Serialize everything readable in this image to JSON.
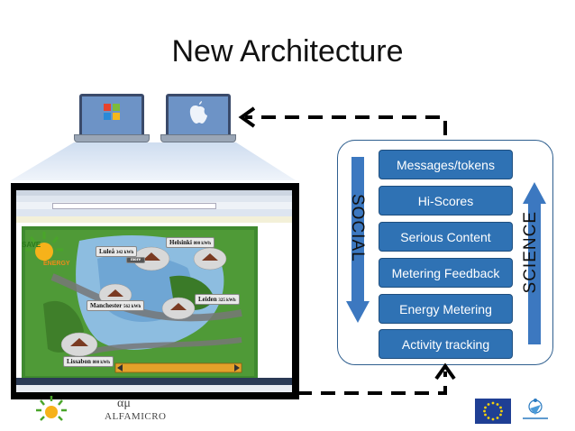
{
  "slide": {
    "title": "New Architecture"
  },
  "stack": {
    "layers": [
      "Messages/tokens",
      "Hi-Scores",
      "Serious Content",
      "Metering Feedback",
      "Energy Metering",
      "Activity tracking"
    ],
    "left_label": "SOCIAL",
    "right_label": "SCIENCE"
  },
  "map": {
    "cities": [
      {
        "name": "Luleå",
        "value": "342 kWh"
      },
      {
        "name": "Helsinki",
        "value": "800 kWh"
      },
      {
        "name": "Manchester",
        "value": "562 kWh"
      },
      {
        "name": "Leiden",
        "value": "325 kWh"
      },
      {
        "name": "Lissabon",
        "value": "800 kWh"
      }
    ],
    "more_label": "more"
  },
  "logos": {
    "save_energy_top": "SAVE",
    "save_energy_bottom": "ENERGY",
    "alfamicro_symbol": "αμ",
    "alfamicro_name": "ALFAMICRO"
  },
  "colors": {
    "box_fill": "#2f72b4",
    "panel_border": "#2f5f8f",
    "arrow_blue": "#3c78c0",
    "dashed_arrow": "#000000"
  },
  "icons": {
    "laptop_left": "windows-laptop-icon",
    "laptop_right": "apple-laptop-icon"
  }
}
